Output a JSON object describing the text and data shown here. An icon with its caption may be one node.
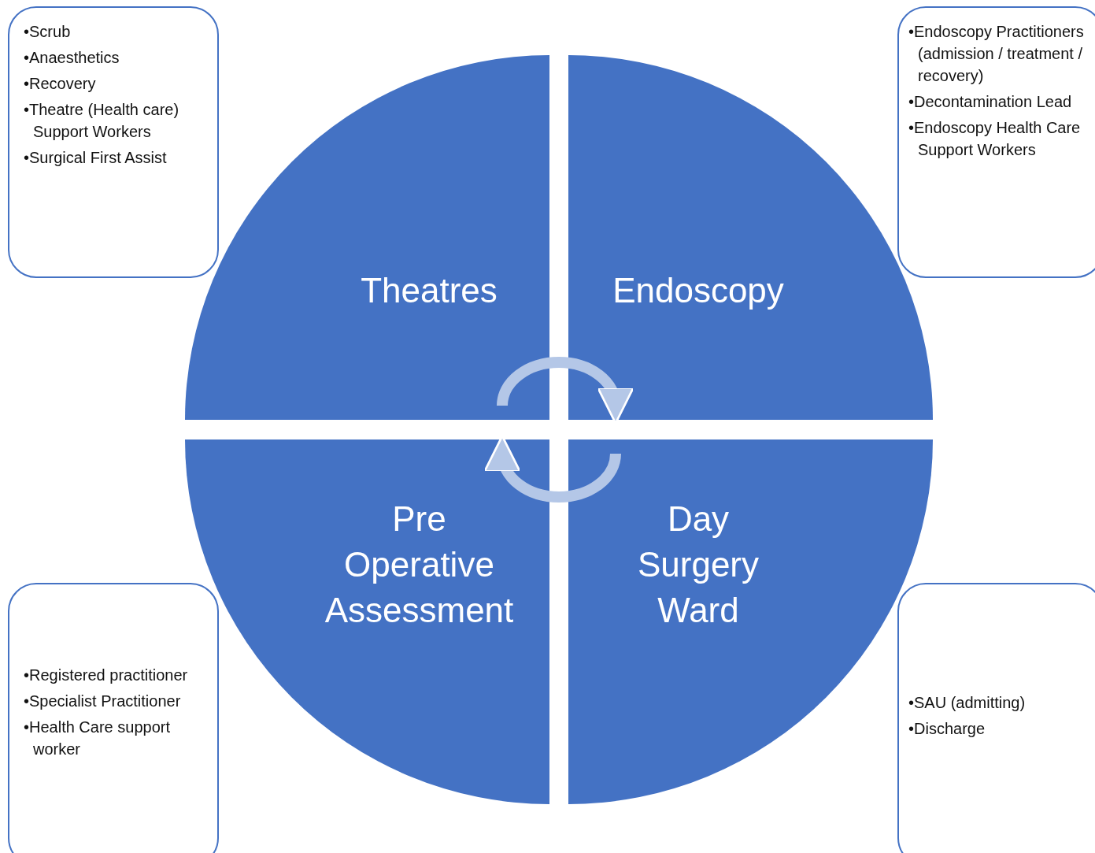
{
  "diagram": {
    "nodes": [
      {
        "text": [
          "•Scrub",
          "•Anaesthetics",
          "•Recovery",
          "•Theatre (Health care) Support Workers",
          "•Surgical First Assist"
        ]
      },
      {
        "text": [
          "•Endoscopy Practitioners (admission / treatment / recovery)",
          "•Decontamination Lead",
          "•Endoscopy Health Care Support Workers"
        ]
      },
      {
        "text": [
          "Theatres"
        ]
      },
      {
        "text": [
          "Endoscopy"
        ]
      },
      {
        "text": [
          "Pre Operative Assessment"
        ]
      },
      {
        "text": [
          "Day Surgery Ward"
        ]
      },
      {
        "text": [
          "•Registered practitioner",
          "•Specialist Practitioner",
          "•Health Care support worker"
        ]
      },
      {
        "text": [
          "•SAU (admitting)",
          "•Discharge"
        ]
      }
    ],
    "edges": [
      {
        "from": 2,
        "to": 3,
        "arrow": "to"
      },
      {
        "from": 5,
        "to": 4,
        "arrow": "to"
      }
    ]
  }
}
